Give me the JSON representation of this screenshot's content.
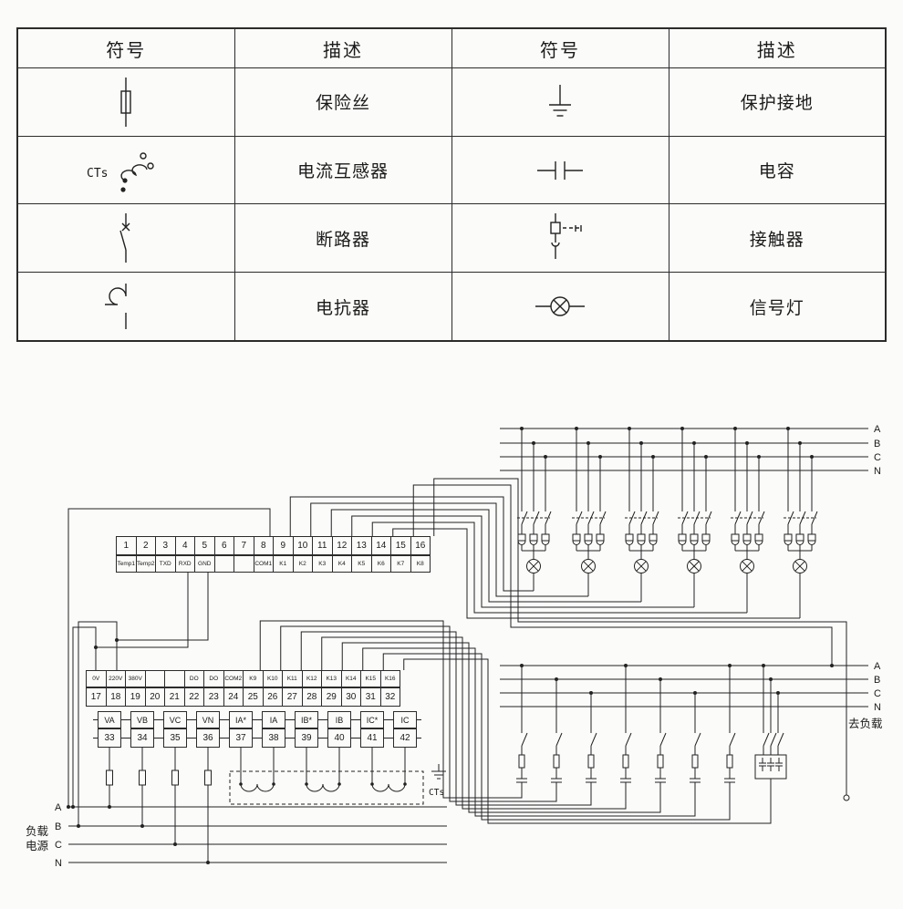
{
  "legend": {
    "headers": [
      "符号",
      "描述",
      "符号",
      "描述"
    ],
    "rows": [
      {
        "symbol1": "fuse",
        "desc1": "保险丝",
        "symbol2": "earth",
        "desc2": "保护接地"
      },
      {
        "symbol1": "ct",
        "desc1": "电流互感器",
        "symbol2": "capacitor",
        "desc2": "电容"
      },
      {
        "symbol1": "breaker",
        "desc1": "断路器",
        "symbol2": "contactor",
        "desc2": "接触器"
      },
      {
        "symbol1": "reactor",
        "desc1": "电抗器",
        "symbol2": "lamp",
        "desc2": "信号灯"
      }
    ],
    "ct_symbol_label": "CTs"
  },
  "diagram": {
    "strip1": {
      "numbers": [
        "1",
        "2",
        "3",
        "4",
        "5",
        "6",
        "7",
        "8",
        "9",
        "10",
        "11",
        "12",
        "13",
        "14",
        "15",
        "16"
      ],
      "labels": [
        "Temp1",
        "Temp2",
        "TXD",
        "RXD",
        "GND",
        "",
        "",
        "COM1",
        "K1",
        "K2",
        "K3",
        "K4",
        "K5",
        "K6",
        "K7",
        "K8"
      ]
    },
    "strip2": {
      "labels": [
        "0V",
        "220V",
        "380V",
        "",
        "",
        "DO",
        "DO",
        "COM2",
        "K9",
        "K10",
        "K11",
        "K12",
        "K13",
        "K14",
        "K15",
        "K16"
      ],
      "numbers": [
        "17",
        "18",
        "19",
        "20",
        "21",
        "22",
        "23",
        "24",
        "25",
        "26",
        "27",
        "28",
        "29",
        "30",
        "31",
        "32"
      ]
    },
    "strip3": {
      "labels": [
        "VA",
        "VB",
        "VC",
        "VN",
        "IA*",
        "IA",
        "IB*",
        "IB",
        "IC*",
        "IC"
      ],
      "numbers": [
        "33",
        "34",
        "35",
        "36",
        "37",
        "38",
        "39",
        "40",
        "41",
        "42"
      ]
    },
    "top_bus_labels": [
      "A",
      "B",
      "C",
      "N"
    ],
    "mid_bus_labels": [
      "A",
      "B",
      "C",
      "N"
    ],
    "to_load_label": "去负载",
    "source_label_line1": "负载",
    "source_label_line2": "电源",
    "source_bus_labels": [
      "A",
      "B",
      "C",
      "N"
    ],
    "cts_label": "CTs"
  }
}
